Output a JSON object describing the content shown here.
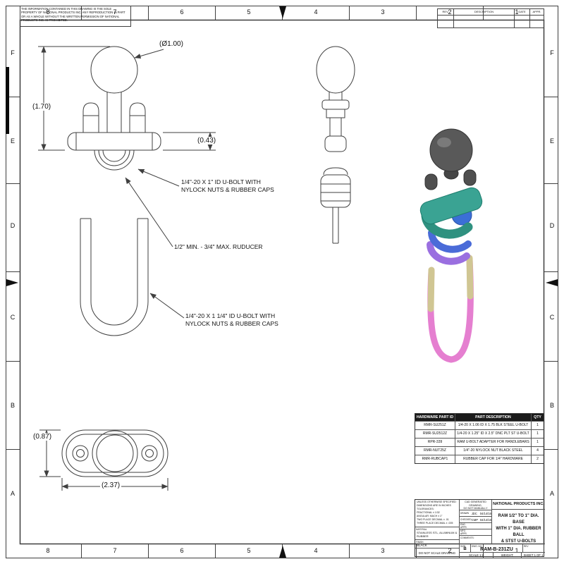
{
  "border": {
    "zones_h": [
      "8",
      "7",
      "6",
      "5",
      "4",
      "3",
      "2",
      "1"
    ],
    "zones_v": [
      "F",
      "E",
      "D",
      "C",
      "B",
      "A"
    ]
  },
  "notices": {
    "proprietary": "THE INFORMATION CONTAINED IN THIS DRAWING IS THE SOLE PROPERTY OF NATIONAL PRODUCTS INC.  ANY REPRODUCTION IN PART OR AS A WHOLE WITHOUT THE WRITTEN PERMISSION OF NATIONAL PRODUCTS INC. IS PROHIBITED."
  },
  "revisions": {
    "headers": [
      "REV.",
      "DESCRIPTION",
      "DATE",
      "APPR."
    ]
  },
  "dimensions": {
    "ball_dia": "(Ø1.00)",
    "overall_height": "(1.70)",
    "base_thickness": "(0.43)",
    "plate_width": "(0.87)",
    "plate_length": "(2.37)"
  },
  "callouts": {
    "small_ubolt_line1": "1/4\"-20 X 1\" ID U-BOLT WITH",
    "small_ubolt_line2": "NYLOCK NUTS & RUBBER CAPS",
    "reducer": "1/2\" MIN. - 3/4\" MAX. RUDUCER",
    "large_ubolt_line1": "1/4\"-20 X 1 1/4\" ID U-BOLT WITH",
    "large_ubolt_line2": "NYLOCK NUTS & RUBBER CAPS"
  },
  "hardware_table": {
    "headers": [
      "HARDWARE PART ID",
      "PART DESCRIPTION",
      "QTY"
    ],
    "rows": [
      [
        "RMR-SU251Z",
        "1/4-20 X 1.06 ID X 1.75 BLK STEEL U-BOLT",
        "1"
      ],
      [
        "RMR-SU2512Z",
        "1/4-20 X 1.25\" ID X 2.5\" DNC PLT ST U-BOLT",
        "1"
      ],
      [
        "RPR-339",
        "RAM U-BOLT ADAPTER FOR HANDLEBARS",
        "1"
      ],
      [
        "RMR-NUT25Z",
        "1/4\"-20 NYLOCK NUT BLACK STEEL",
        "4"
      ],
      [
        "RMR-RUBCAP1",
        "RUBBER CAP FOR 1/4\" HARDWARE",
        "2"
      ]
    ]
  },
  "title_block": {
    "tol_line1": "UNLESS OTHERWISE SPECIFIED:",
    "tol_line2": "DIMENSIONS ARE IN INCHES",
    "tol_line3": "TOLERANCES:",
    "tol_line4": "FRACTIONAL ± 1/32",
    "tol_line5": "ANGULAR: MACH ± 1°",
    "tol_line6": "TWO PLACE DECIMAL ± .01",
    "tol_line7": "THREE PLACE DECIMAL ± .005",
    "material_label": "MATERIAL",
    "material_value": "STAINLESS STL, ALUMINUM & RUBBER",
    "finish_label": "FINISH",
    "finish_value": "BLACK",
    "do_not_scale": "DO NOT SCALE DRAWING",
    "cad_note_1": "CAD GENERATED DRAWING,",
    "cad_note_2": "DO NOT MANUALLY UPDATE",
    "drawn_label": "DRAWN",
    "drawn_name": "JDC",
    "drawn_date": "04/14/16",
    "checked_label": "CHECKED",
    "checked_name": "CMP",
    "checked_date": "04/14/16",
    "eng_label": "ENG APPR.",
    "mfg_label": "MFG APPR.",
    "comments_label": "COMMENTS:",
    "company": "NATIONAL PRODUCTS INC.",
    "title_line1": "RAM 1/2\" TO 1\" DIA. BASE",
    "title_line2": "WITH 1\" DIA. RUBBER BALL",
    "title_line3": "& STST U-BOLTS",
    "size_label": "SIZE",
    "size_value": "B",
    "dwg_label": "DWG. NO.",
    "dwg_no": "RAM-B-231ZU",
    "rev_label": "REV",
    "scale": "SCALE 1:2",
    "weight_label": "WEIGHT:",
    "sheet": "SHEET 1 OF 1"
  }
}
